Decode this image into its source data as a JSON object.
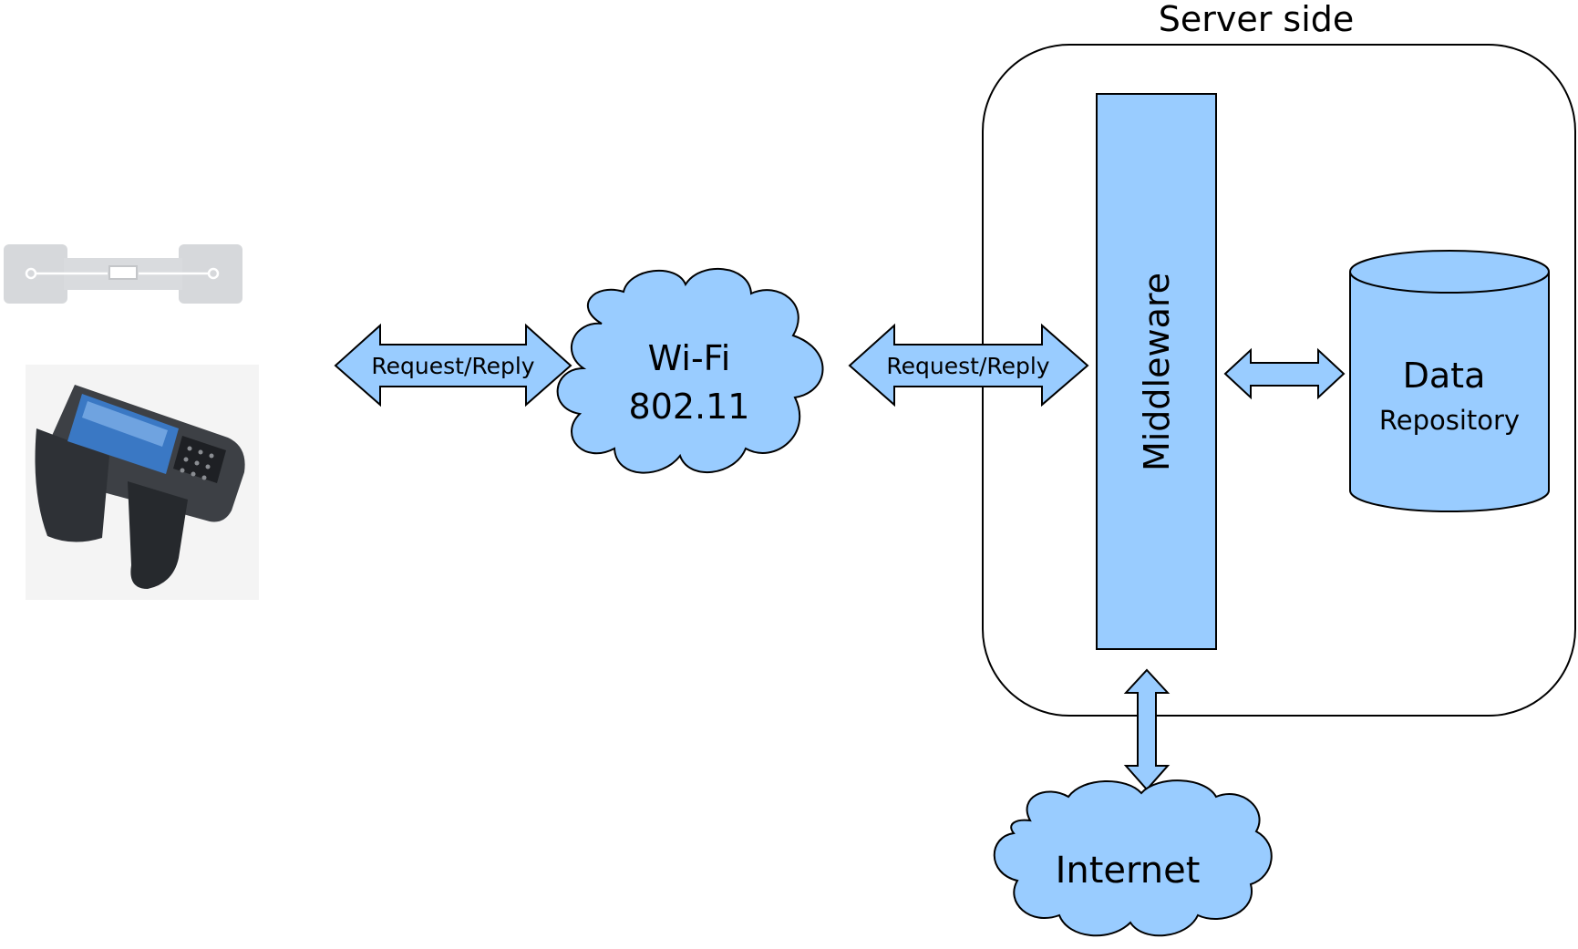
{
  "server_side": {
    "title": "Server side"
  },
  "arrows": {
    "left_label": "Request/Reply",
    "right_label": "Request/Reply"
  },
  "wifi": {
    "line1": "Wi-Fi",
    "line2": "802.11"
  },
  "middleware": {
    "label": "Middleware"
  },
  "repository": {
    "line1": "Data",
    "line2": "Repository"
  },
  "internet": {
    "label": "Internet"
  },
  "colors": {
    "fill": "#99CCFF",
    "stroke": "#000000",
    "device_body": "#3d4045",
    "device_screen": "#3a78c4",
    "tag_fill": "#d6d8db"
  },
  "icons": {
    "rfid_tag": "rfid-tag-icon",
    "handheld_reader": "handheld-rfid-reader-icon"
  }
}
